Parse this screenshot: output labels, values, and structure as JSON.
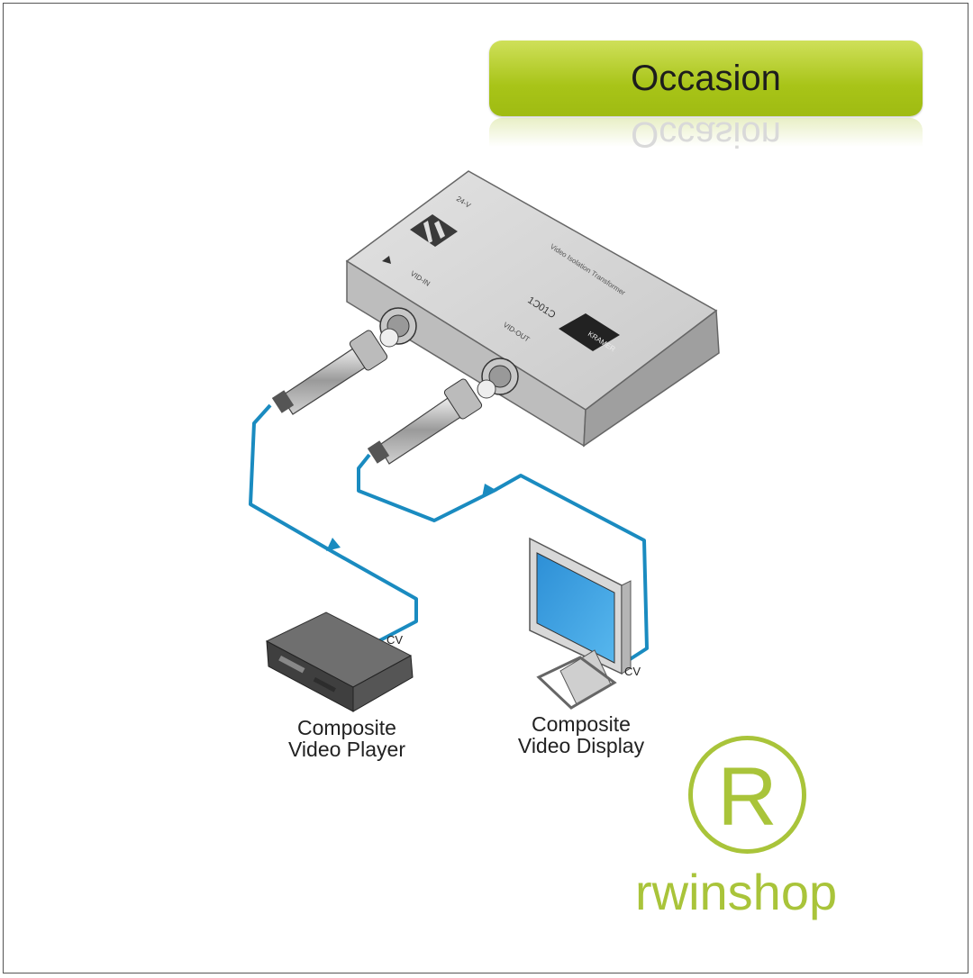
{
  "badge": {
    "text": "Occasion"
  },
  "device": {
    "brand": "KRAMER",
    "model": "1Ɔ01Ɔ",
    "top_text": "Video Isolation Transformer",
    "port_in": "VID-IN",
    "port_out": "VID-OUT",
    "code": "24-V"
  },
  "nodes": [
    {
      "line1": "Composite",
      "line2": "Video Player"
    },
    {
      "line1": "Composite",
      "line2": "Video Display"
    }
  ],
  "signal": "CV",
  "watermark": {
    "symbol": "R",
    "text": "rwinshop"
  },
  "colors": {
    "badge": "#a8c418",
    "cable": "#1a8bc0",
    "watermark": "#a9c43a"
  }
}
